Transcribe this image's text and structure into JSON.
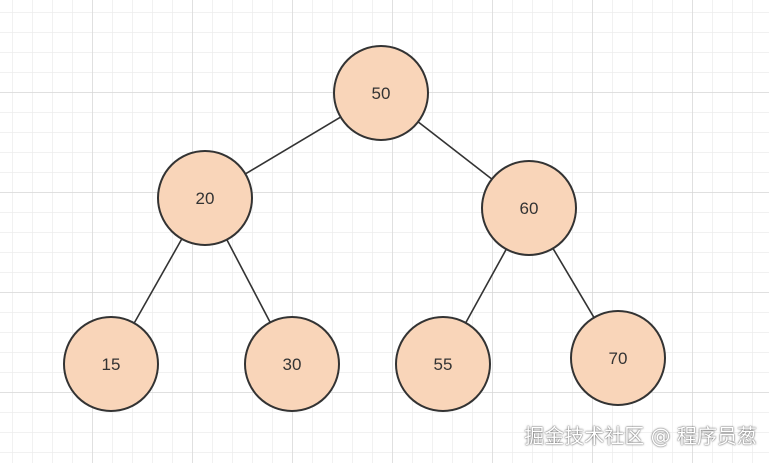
{
  "diagram": {
    "type": "binary-tree",
    "node_fill": "#f9d5b9",
    "node_stroke": "#333333",
    "nodes": [
      {
        "id": "n50",
        "label": "50"
      },
      {
        "id": "n20",
        "label": "20"
      },
      {
        "id": "n60",
        "label": "60"
      },
      {
        "id": "n15",
        "label": "15"
      },
      {
        "id": "n30",
        "label": "30"
      },
      {
        "id": "n55",
        "label": "55"
      },
      {
        "id": "n70",
        "label": "70"
      }
    ],
    "edges": [
      {
        "from": "n50",
        "to": "n20"
      },
      {
        "from": "n50",
        "to": "n60"
      },
      {
        "from": "n20",
        "to": "n15"
      },
      {
        "from": "n20",
        "to": "n30"
      },
      {
        "from": "n60",
        "to": "n55"
      },
      {
        "from": "n60",
        "to": "n70"
      }
    ]
  },
  "watermark": {
    "text": "掘金技术社区 @ 程序员葱"
  }
}
